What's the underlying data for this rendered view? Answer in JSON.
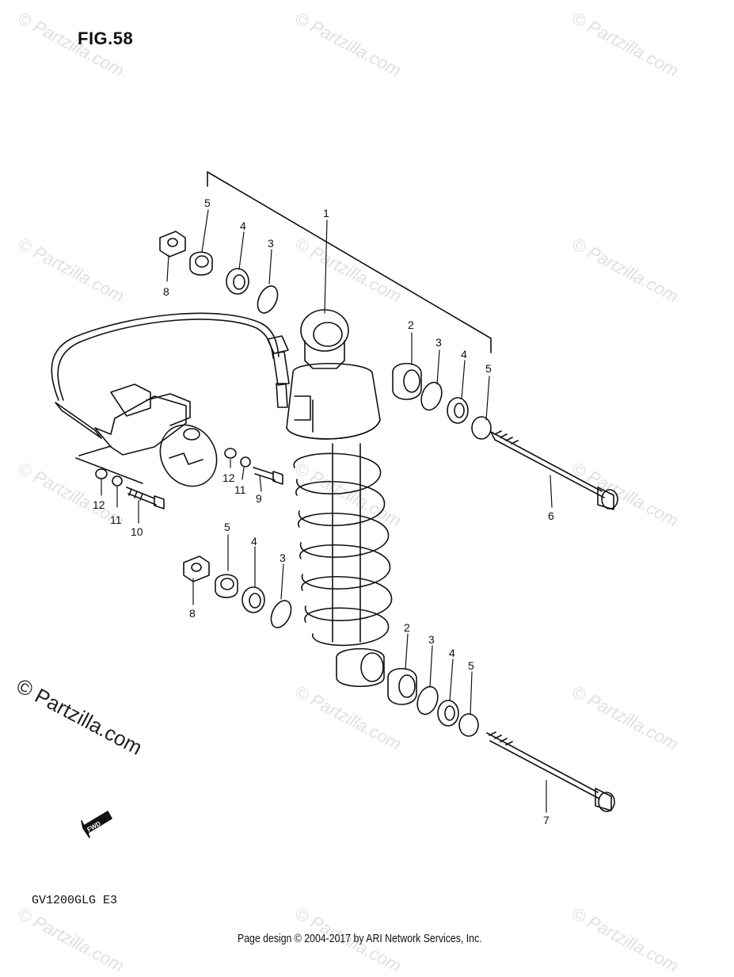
{
  "figure": {
    "title": "FIG.58",
    "model_code": "GV1200GLG E3",
    "footer": "Page design © 2004-2017 by ARI Network Services, Inc.",
    "brand": "© Partzilla.com",
    "watermark": "© Partzilla.com",
    "fwd_label": "FWD"
  },
  "callouts": [
    "1",
    "2",
    "3",
    "4",
    "5",
    "6",
    "7",
    "8",
    "9",
    "10",
    "11",
    "12"
  ]
}
